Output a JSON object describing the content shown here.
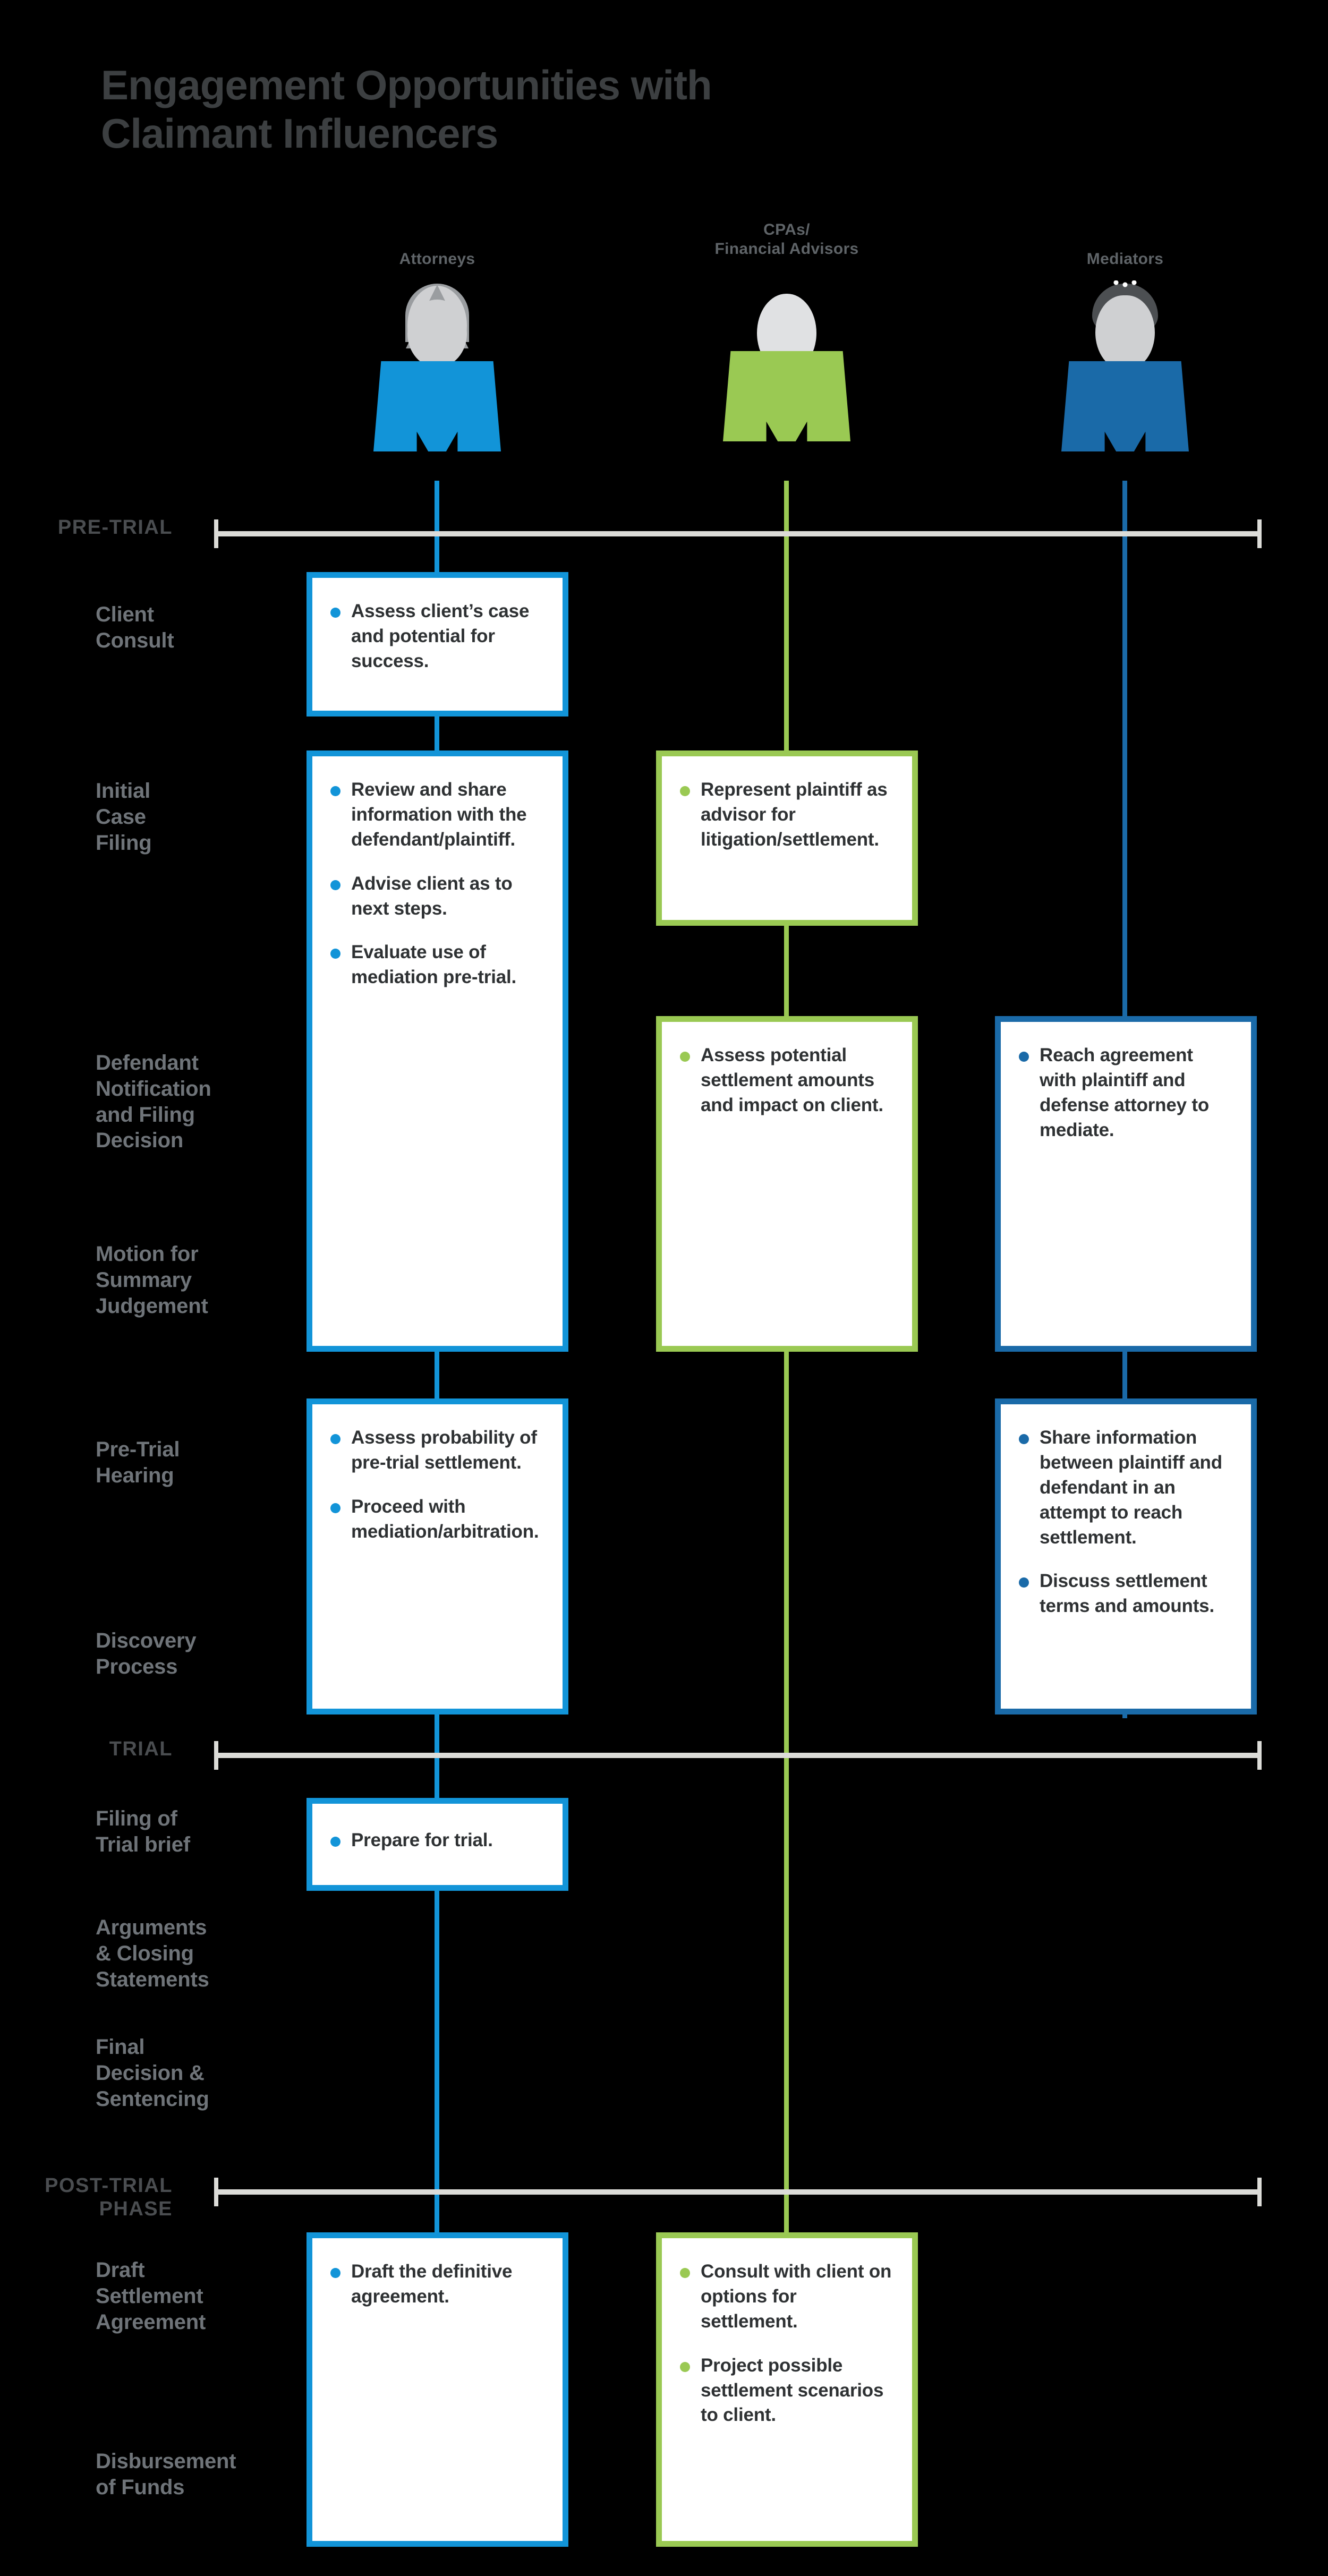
{
  "title": "Engagement Opportunities with\nClaimant Influencers",
  "colors": {
    "background": "#000000",
    "title": "#3c3f41",
    "attorneys": "#1294d8",
    "cpas": "#9ac953",
    "mediators": "#1a6aa8",
    "phase_line": "#dcdcd8",
    "stage_label": "#6f7479",
    "card_text": "#2e3133"
  },
  "personas": [
    {
      "label": "Attorneys",
      "color": "#1294d8",
      "icon": "person-attorney-icon"
    },
    {
      "label": "CPAs/\nFinancial Advisors",
      "color": "#9ac953",
      "icon": "person-financial-advisor-icon"
    },
    {
      "label": "Mediators",
      "color": "#1a6aa8",
      "icon": "person-mediator-icon"
    }
  ],
  "phases": [
    {
      "label": "PRE-TRIAL"
    },
    {
      "label": "TRIAL"
    },
    {
      "label": "POST-TRIAL\nPHASE"
    }
  ],
  "stages": [
    {
      "label": "Client\nConsult"
    },
    {
      "label": "Initial\nCase\nFiling"
    },
    {
      "label": "Defendant\nNotification\nand Filing\nDecision"
    },
    {
      "label": "Motion for\nSummary\nJudgement"
    },
    {
      "label": "Pre-Trial\nHearing"
    },
    {
      "label": "Discovery\nProcess"
    },
    {
      "label": "Filing of\nTrial brief"
    },
    {
      "label": "Arguments\n& Closing\nStatements"
    },
    {
      "label": "Final\nDecision &\nSentencing"
    },
    {
      "label": "Draft\nSettlement\nAgreement"
    },
    {
      "label": "Disbursement\nof Funds"
    }
  ],
  "cards": [
    {
      "column": "attorneys",
      "bullets": [
        "Assess client’s case and potential for success."
      ]
    },
    {
      "column": "attorneys",
      "bullets": [
        "Review and share information with the defendant/plaintiff.",
        "Advise client as to next steps.",
        "Evaluate use of mediation pre-trial."
      ]
    },
    {
      "column": "attorneys",
      "bullets": [
        "Assess probability of pre-trial settlement.",
        "Proceed with mediation/arbitration."
      ]
    },
    {
      "column": "attorneys",
      "bullets": [
        "Prepare for trial."
      ]
    },
    {
      "column": "attorneys",
      "bullets": [
        "Draft the definitive agreement."
      ]
    },
    {
      "column": "cpas",
      "bullets": [
        "Represent plaintiff as advisor for litigation/settlement."
      ]
    },
    {
      "column": "cpas",
      "bullets": [
        "Assess potential settlement amounts and impact on client."
      ]
    },
    {
      "column": "cpas",
      "bullets": [
        "Consult with client on options for settlement.",
        "Project possible settlement scenarios to client."
      ]
    },
    {
      "column": "mediators",
      "bullets": [
        "Reach agreement with plaintiff and defense attorney to mediate."
      ]
    },
    {
      "column": "mediators",
      "bullets": [
        "Share information between plaintiff and defendant in an attempt to reach settlement.",
        "Discuss settlement terms and amounts."
      ]
    }
  ]
}
